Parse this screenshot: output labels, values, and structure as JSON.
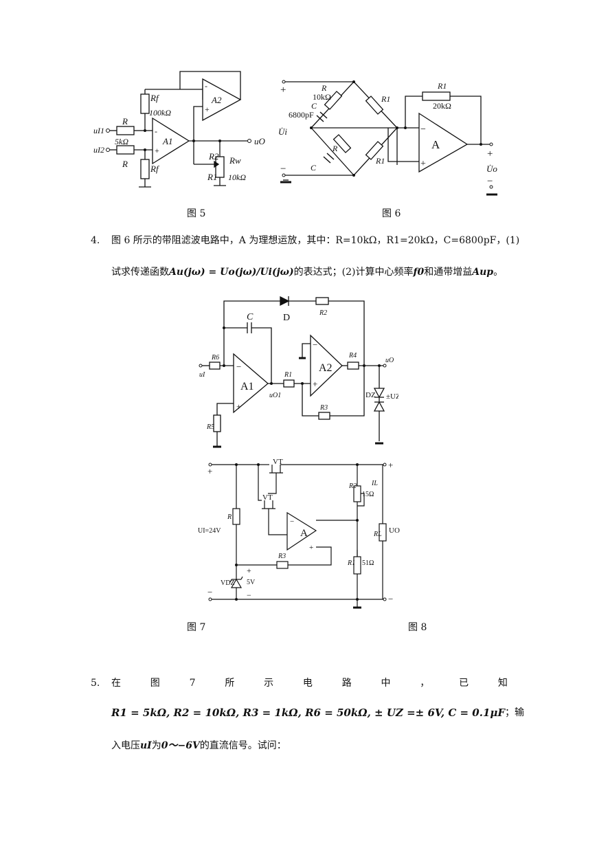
{
  "figures": {
    "fig5_caption": "图 5",
    "fig6_caption": "图 6",
    "fig7_caption": "图 7",
    "fig8_caption": "图 8",
    "fig5": {
      "rf_top": "Rf",
      "rf_top_val": "100kΩ",
      "r_in": "R",
      "r_in_val": "5kΩ",
      "r_bot": "R",
      "rf_bot": "Rf",
      "a1": "A1",
      "a2": "A2",
      "ui1": "uI1",
      "ui2": "uI2",
      "uo": "uO",
      "r2": "R2",
      "rw": "Rw",
      "rw_val": "10kΩ",
      "r1": "R1",
      "minus": "-",
      "plus": "+"
    },
    "fig6": {
      "r_top": "R",
      "r_top_val": "10kΩ",
      "c_top": "C",
      "c_val": "6800pF",
      "r1a": "R1",
      "r1b": "R1",
      "r_mid": "R",
      "c_bot": "C",
      "rf": "R1",
      "rf_val": "20kΩ",
      "amp": "A",
      "ui": "U̇i",
      "uo": "U̇o",
      "plus": "+",
      "minus": "−"
    },
    "fig7": {
      "c": "C",
      "d": "D",
      "r2": "R2",
      "r6": "R6",
      "r1": "R1",
      "r5": "R5",
      "r3": "R3",
      "r4": "R4",
      "a1": "A1",
      "a2": "A2",
      "ui": "uI",
      "uo1": "uO1",
      "uo": "uO",
      "dz": "DZ",
      "uz": "±UZ"
    },
    "fig8": {
      "vt1": "VT",
      "vt2": "VT",
      "r": "R",
      "r2": "R2",
      "r2_val": "15Ω",
      "il": "IL",
      "rl": "RL",
      "uo": "UO",
      "ui": "UI=24V",
      "amp": "A",
      "r3": "R3",
      "r1": "R1",
      "r1_val": "51Ω",
      "vdz": "VDZ",
      "v5": "5V",
      "plus": "+",
      "minus": "−"
    }
  },
  "q4": {
    "number": "4.",
    "line1": "图 6 所示的带阻滤波电路中，A 为理想运放，其中：R=10kΩ，R1=20kΩ，C=6800pF，(1)",
    "line2_a": "试求传递函数",
    "line2_math": "Au(jω) = Uo(jω)/Ui(jω)",
    "line2_b": "的表达式；(2)计算中心频率",
    "line2_f0": "f0",
    "line2_c": "和通带增益",
    "line2_aup": "Aup",
    "line2_d": "。"
  },
  "q5": {
    "number": "5.",
    "line1_words": [
      "在",
      "图",
      "7",
      "所",
      "示",
      "电",
      "路",
      "中",
      "，",
      "已",
      "知"
    ],
    "line2_math": "R1 = 5kΩ, R2 = 10kΩ, R3 = 1kΩ, R6 = 50kΩ, ± UZ =± 6V, C = 0.1μF",
    "line2_end": "；输",
    "line3_a": "入电压",
    "line3_ui": "uI",
    "line3_b": "为",
    "line3_range": "0～−6V",
    "line3_c": "的直流信号。试问："
  }
}
